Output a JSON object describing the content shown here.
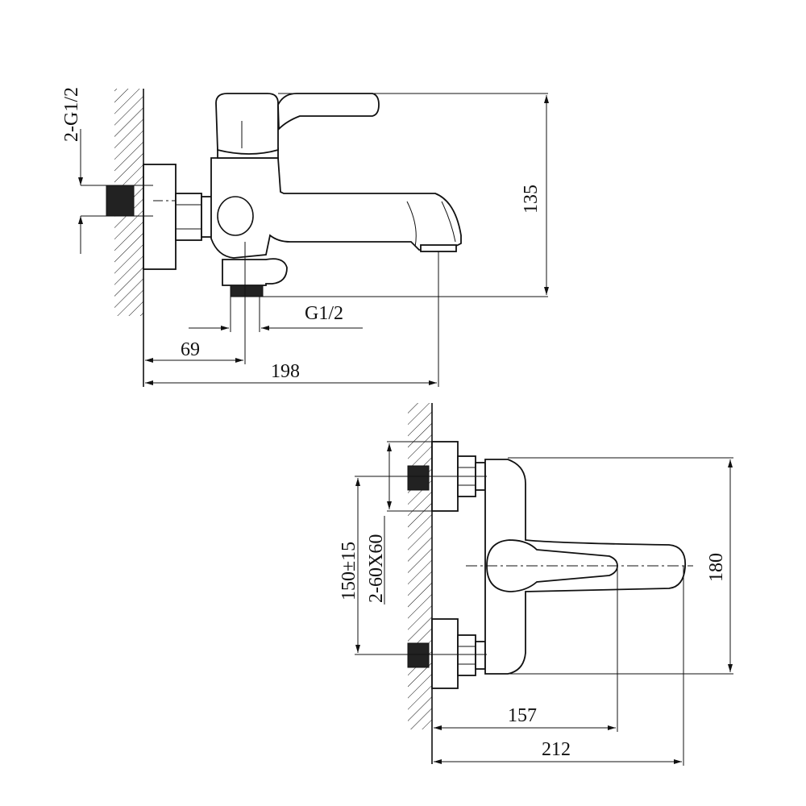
{
  "side_view": {
    "dims": {
      "connection": "2-G1/2",
      "height": "135",
      "outlet": "G1/2",
      "outlet_offset": "69",
      "depth": "198"
    }
  },
  "top_view": {
    "dims": {
      "spacing": "150±15",
      "connection": "2-60X60",
      "height": "180",
      "lever_reach": "157",
      "depth": "212"
    }
  }
}
